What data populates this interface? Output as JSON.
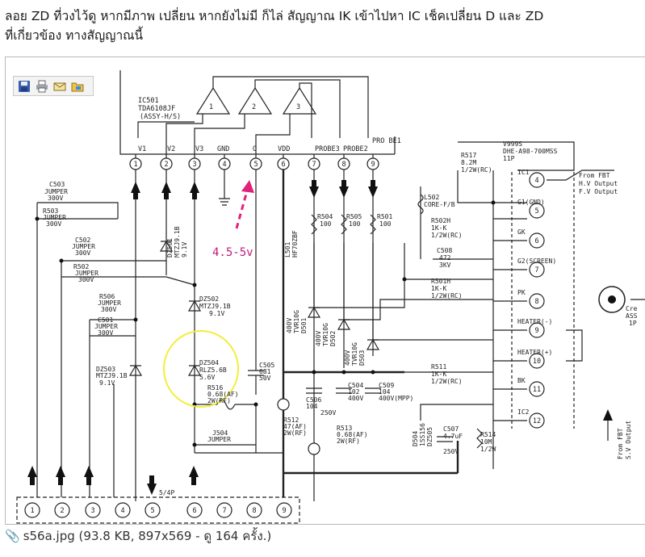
{
  "post": {
    "line1": "ลอย ZD ที่วงไว้ดู  หากมีภาพ เปลี่ยน   หากยังไม่มี ก็ไล่ สัญญาณ IK เข้าไปหา IC เช็คเปลี่ยน D และ ZD",
    "line2": "ที่เกี่ยวข้อง ทางสัญญาณนี้"
  },
  "toolbar": {
    "icons": [
      "save-icon",
      "print-icon",
      "email-icon",
      "folder-icon"
    ]
  },
  "caption": {
    "filename": "s56a.jpg",
    "details": "(93.8 KB, 897x569 - ดู 164 ครั้ง.)"
  },
  "schematic": {
    "ic501": {
      "name": "IC501",
      "part": "TDA6108JF",
      "sub": "(ASSY-H/S)",
      "amps": [
        "1",
        "2",
        "3"
      ],
      "pins": [
        "V1",
        "V2",
        "V3",
        "GND",
        "O",
        "VDD",
        "PROBE3",
        "PROBE2",
        "PRO BE1"
      ],
      "pin_numbers": [
        "1",
        "2",
        "3",
        "4",
        "5",
        "6",
        "7",
        "8",
        "9"
      ]
    },
    "annotation": "4.5-5v",
    "left_parts": [
      {
        "name": "C503",
        "a": "JUMPER",
        "b": "300V"
      },
      {
        "name": "R503",
        "a": "JUMPER",
        "b": "300V"
      },
      {
        "name": "C502",
        "a": "JUMPER",
        "b": "300V"
      },
      {
        "name": "R502",
        "a": "JUMPER",
        "b": "300V"
      },
      {
        "name": "R506",
        "a": "JUMPER",
        "b": "300V"
      },
      {
        "name": "C501",
        "a": "JUMPER",
        "b": "300V"
      }
    ],
    "zeners": [
      {
        "name": "DZ501",
        "part": "MTZJ9.1B",
        "v": "9.1V"
      },
      {
        "name": "DZ502",
        "part": "MTZJ9.1B",
        "v": "9.1V"
      },
      {
        "name": "DZ503",
        "part": "MTZJ9.1B",
        "v": "9.1V"
      },
      {
        "name": "DZ504",
        "part": "RLZ5.6B",
        "v": "5.6V"
      }
    ],
    "mid_parts": [
      {
        "name": "C505",
        "a": "681",
        "b": "50V"
      },
      {
        "name": "R516",
        "a": "0.68(AF)",
        "b": "2W(RF)"
      },
      {
        "name": "J504",
        "a": "JUMPER",
        "b": ""
      },
      {
        "name": "R512",
        "a": "47(AF)",
        "b": "2W(RF)"
      },
      {
        "name": "R513",
        "a": "0.68(AF)",
        "b": "2W(RF)"
      }
    ],
    "right_parts": [
      {
        "name": "R504",
        "a": "100"
      },
      {
        "name": "R505",
        "a": "100"
      },
      {
        "name": "R501",
        "a": "100"
      },
      {
        "name": "L502",
        "a": "CORE-F/B"
      },
      {
        "name": "L501",
        "a": "HF70ZBF"
      },
      {
        "name": "R517",
        "a": "8.2M",
        "b": "1/2W(RC)"
      },
      {
        "name": "R502H",
        "a": "1K-K",
        "b": "1/2W(RC)"
      },
      {
        "name": "C508",
        "a": "472",
        "b": "3KV"
      },
      {
        "name": "R501H",
        "a": "1K-K",
        "b": "1/2W(RC)"
      },
      {
        "name": "R511",
        "a": "1K-K",
        "b": "1/2W(RC)"
      },
      {
        "name": "C506",
        "a": "104",
        "b": "250V"
      },
      {
        "name": "C504",
        "a": "102",
        "b": "400V"
      },
      {
        "name": "C509",
        "a": "104",
        "b": "400V(MPP)"
      },
      {
        "name": "C507",
        "a": "4.7uF",
        "b": "250V"
      },
      {
        "name": "R514",
        "a": "10M",
        "b": "1/2W"
      },
      {
        "name": "D501",
        "a": "TVR10G",
        "b": "400V"
      },
      {
        "name": "D502",
        "a": "TVR10G",
        "b": "400V"
      },
      {
        "name": "D503",
        "a": "TVR10G",
        "b": "400V"
      },
      {
        "name": "D504",
        "a": "1SS156",
        "b": "DZ505"
      }
    ],
    "socket": {
      "name": "V999S",
      "part": "DHE-A98-700MSS",
      "pins_label": "11P",
      "rows": [
        {
          "label": "IC1",
          "num": "4"
        },
        {
          "label": "G1(GND)",
          "num": "5"
        },
        {
          "label": "GK",
          "num": "6"
        },
        {
          "label": "G2(SCREEN)",
          "num": "7"
        },
        {
          "label": "PK",
          "num": "8"
        },
        {
          "label": "HEATER(-)",
          "num": "9"
        },
        {
          "label": "HEATER(+)",
          "num": "10"
        },
        {
          "label": "BK",
          "num": "11"
        },
        {
          "label": "IC2",
          "num": "12"
        }
      ]
    },
    "fbt_top": {
      "l1": "From FBT",
      "l2": "H.V Output",
      "l3": "F.V Output"
    },
    "fbt_bottom": {
      "l1": "From FBT",
      "l2": "S.V Output"
    },
    "edge_labels": {
      "a": "Cre",
      "b": "ASS",
      "c": "1P"
    },
    "connector": {
      "name": "5/4P",
      "pins": [
        "1",
        "2",
        "3",
        "4",
        "5",
        "6",
        "7",
        "8",
        "9"
      ]
    },
    "colors": {
      "highlight": "#f2ee3b",
      "annotation": "#e0227a",
      "annotation_text": "#c21a7a",
      "ink": "#222222"
    }
  }
}
